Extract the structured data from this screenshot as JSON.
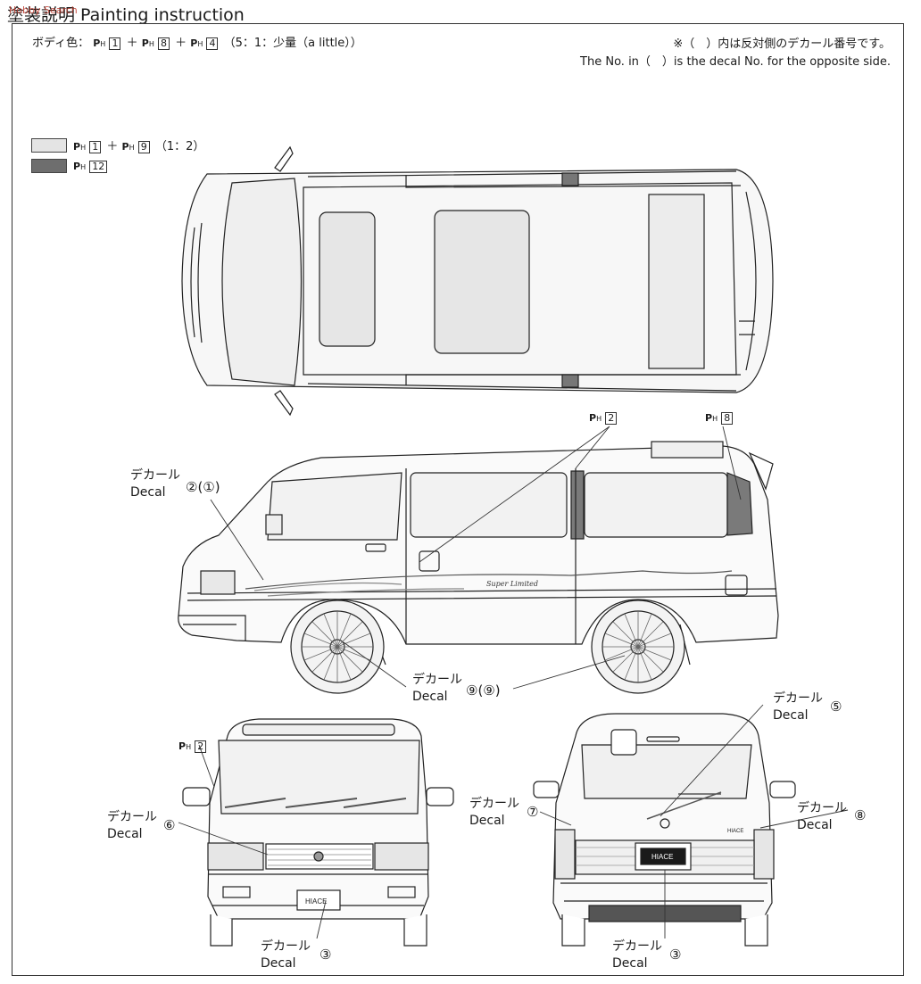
{
  "header": {
    "title": "塗装説明 Painting instruction",
    "watermark": "Hobby Search"
  },
  "body_color": {
    "label": "ボディ色：",
    "ph": "P",
    "ph_sub": "H",
    "codes": [
      "1",
      "8",
      "4"
    ],
    "plus": "＋",
    "ratio": "（5：1：少量（a little））"
  },
  "note": {
    "jp": "※（　）内は反対側のデカール番号です。",
    "en": "The No. in（　）is the decal No. for the opposite side."
  },
  "legend": [
    {
      "swatch_color": "#e4e4e4",
      "codes": [
        "1",
        "9"
      ],
      "ratio": "（1：2）"
    },
    {
      "swatch_color": "#6e6e6e",
      "codes": [
        "12"
      ],
      "ratio": ""
    }
  ],
  "side_view": {
    "paint_top_left": {
      "code": "2"
    },
    "paint_top_right": {
      "code": "8"
    },
    "decal_left": {
      "jp": "デカール",
      "en": "Decal",
      "num": "②(①)"
    },
    "decal_wheel": {
      "jp": "デカール",
      "en": "Decal",
      "num": "⑨(⑨)"
    },
    "script_logo": "Super Limited"
  },
  "front_view": {
    "paint": {
      "code": "2"
    },
    "decal_side": {
      "jp": "デカール",
      "en": "Decal",
      "num": "⑥"
    },
    "decal_bottom": {
      "jp": "デカール",
      "en": "Decal",
      "num": "③"
    },
    "plate": "HIACE"
  },
  "rear_view": {
    "decal_top": {
      "jp": "デカール",
      "en": "Decal",
      "num": "⑤"
    },
    "decal_left": {
      "jp": "デカール",
      "en": "Decal",
      "num": "⑦"
    },
    "decal_right": {
      "jp": "デカール",
      "en": "Decal",
      "num": "⑧"
    },
    "decal_bottom": {
      "jp": "デカール",
      "en": "Decal",
      "num": "③"
    },
    "plate": "HIACE",
    "badge": "HIACE"
  }
}
